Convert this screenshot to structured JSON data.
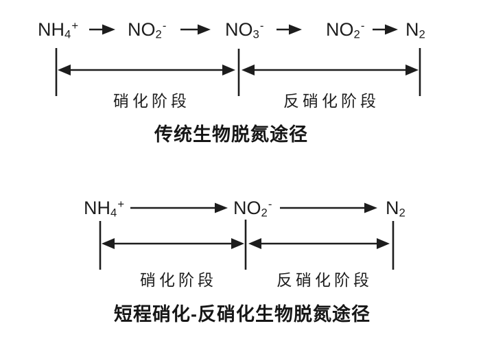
{
  "page": {
    "background_color": "#ffffff",
    "ink_color": "#1d1d1d"
  },
  "top_diagram": {
    "title": "传统生物脱氮途径",
    "species": [
      {
        "main": "NH",
        "sub": "4",
        "sup": "+"
      },
      {
        "main": "NO",
        "sub": "2",
        "sup": "-"
      },
      {
        "main": "NO",
        "sub": "3",
        "sup": "-"
      },
      {
        "main": "NO",
        "sub": "2",
        "sup": "-"
      },
      {
        "main": "N",
        "sub": "2",
        "sup": ""
      }
    ],
    "stages": [
      {
        "label": "硝化阶段"
      },
      {
        "label": "反硝化阶段"
      }
    ]
  },
  "bottom_diagram": {
    "title": "短程硝化-反硝化生物脱氮途径",
    "species": [
      {
        "main": "NH",
        "sub": "4",
        "sup": "+"
      },
      {
        "main": "NO",
        "sub": "2",
        "sup": "-"
      },
      {
        "main": "N",
        "sub": "2",
        "sup": ""
      }
    ],
    "stages": [
      {
        "label": "硝化阶段"
      },
      {
        "label": "反硝化阶段"
      }
    ]
  }
}
